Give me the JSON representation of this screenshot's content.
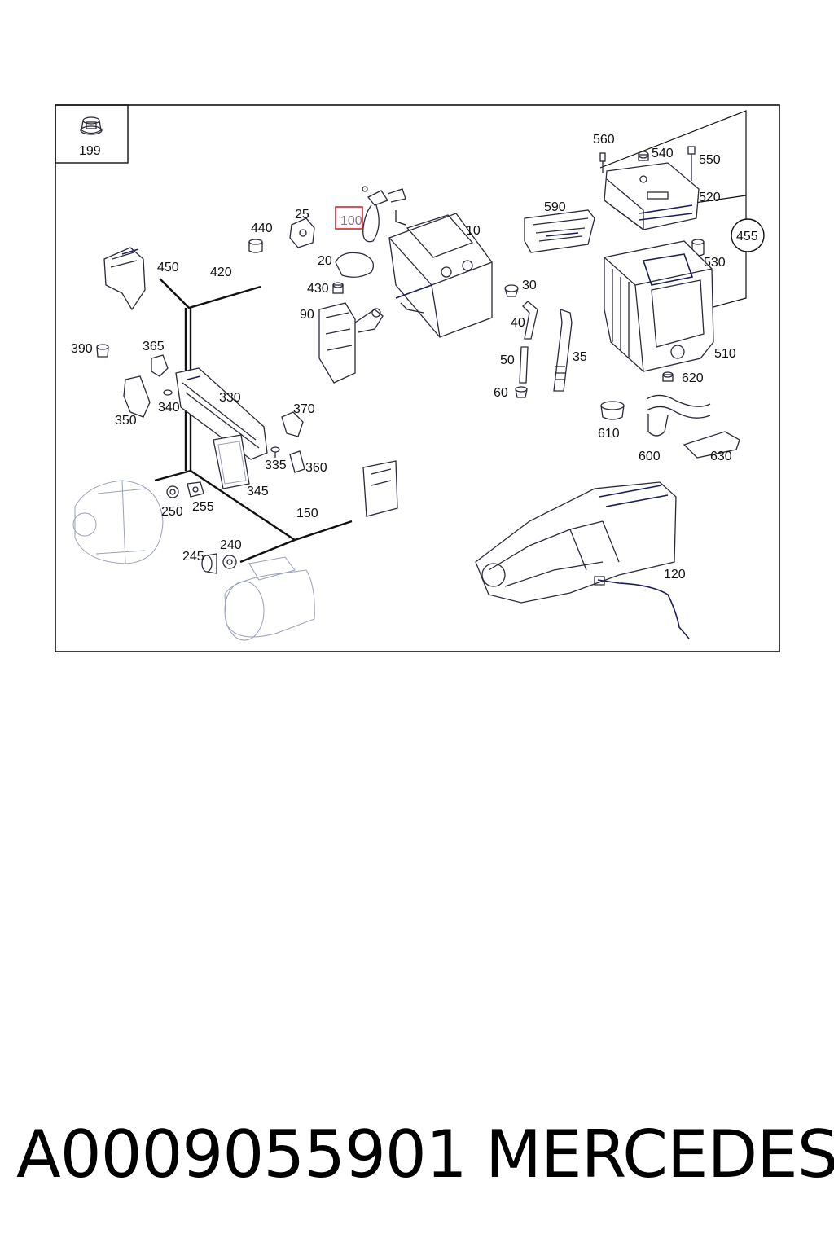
{
  "callouts": {
    "c199": "199",
    "c560": "560",
    "c540": "540",
    "c550": "550",
    "c520": "520",
    "c455": "455",
    "c530": "530",
    "c510": "510",
    "c620": "620",
    "c590": "590",
    "c10": "10",
    "c100": "100",
    "c25": "25",
    "c440": "440",
    "c20": "20",
    "c430": "430",
    "c90": "90",
    "c30": "30",
    "c40": "40",
    "c50": "50",
    "c60": "60",
    "c35": "35",
    "c450": "450",
    "c420": "420",
    "c390": "390",
    "c365": "365",
    "c340": "340",
    "c330": "330",
    "c350": "350",
    "c370": "370",
    "c335": "335",
    "c360": "360",
    "c345": "345",
    "c250": "250",
    "c255": "255",
    "c150": "150",
    "c245": "245",
    "c240": "240",
    "c120": "120",
    "c610": "610",
    "c600": "600",
    "c630": "630"
  },
  "highlight_color": "#e0202a",
  "footer": {
    "part_number": "A0009055901",
    "brand": "MERCEDES"
  }
}
